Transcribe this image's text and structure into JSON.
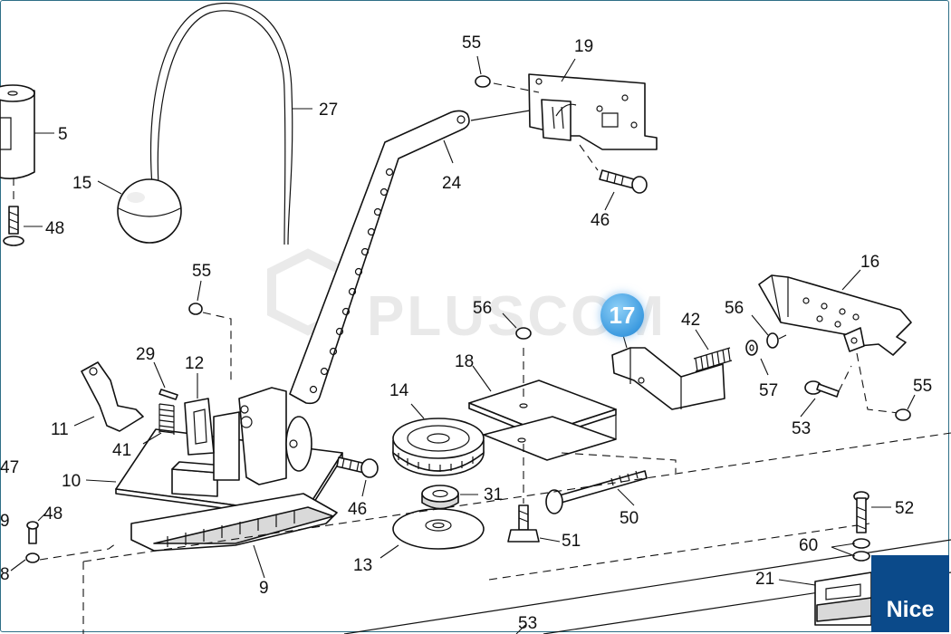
{
  "part_labels": {
    "p5": "5",
    "p15": "15",
    "p48a": "48",
    "p27": "27",
    "p55a": "55",
    "p19": "19",
    "p24": "24",
    "p46a": "46",
    "p55b": "55",
    "p29": "29",
    "p12": "12",
    "p11": "11",
    "p41": "41",
    "p10": "10",
    "p47": "47",
    "p9a": "9",
    "p48b": "48",
    "p8": "8",
    "p9": "9",
    "p46b": "46",
    "p56a": "56",
    "p18": "18",
    "p14": "14",
    "p31": "31",
    "p13": "13",
    "p51": "51",
    "p50": "50",
    "p42": "42",
    "p56b": "56",
    "p57": "57",
    "p16": "16",
    "p53a": "53",
    "p55c": "55",
    "p52": "52",
    "p60": "60",
    "p21": "21",
    "p53b": "53"
  },
  "highlight_badge": "17",
  "watermark": "PLUSCOM",
  "brand_logo": "Nice"
}
